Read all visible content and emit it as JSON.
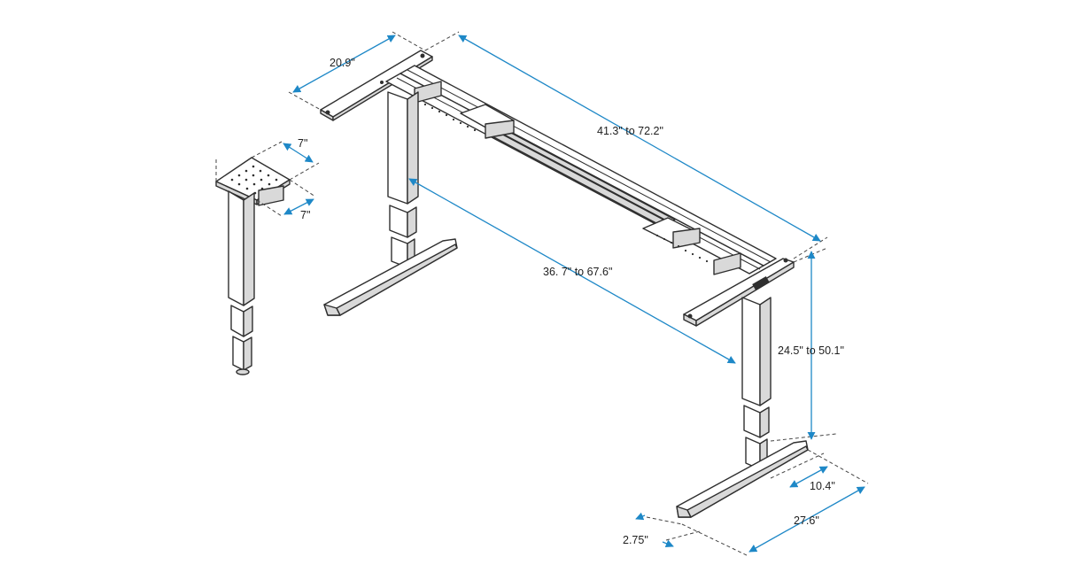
{
  "colors": {
    "dimension_line": "#1e88c7",
    "line_art": "#2f2f2f",
    "label": "#1f1f1f"
  },
  "dimensions": {
    "top_bracket_width": "20.9\"",
    "frame_length": "41.3\" to 72.2\"",
    "inner_width": "36. 7\" to 67.6\"",
    "height_range": "24.5\" to 50.1\"",
    "column_plate_a": "7\"",
    "column_plate_b": "7\"",
    "foot_width": "10.4\"",
    "foot_depth": "27.6\"",
    "foot_height": "2.75\""
  }
}
